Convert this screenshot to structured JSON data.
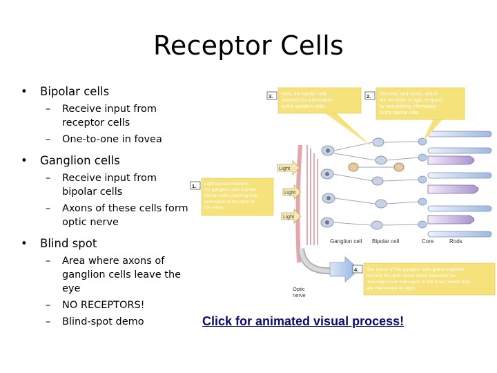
{
  "slide": {
    "title": "Receptor Cells",
    "bullets": [
      {
        "text": "Bipolar cells",
        "subs": [
          "Receive input from receptor cells",
          "One-to-one in fovea"
        ]
      },
      {
        "text": "Ganglion cells",
        "subs": [
          "Receive input from bipolar cells",
          "Axons of these cells form optic nerve"
        ]
      },
      {
        "text": "Blind spot",
        "subs": [
          "Area where axons of ganglion cells leave the eye",
          "NO RECEPTORS!",
          "Blind-spot demo"
        ]
      }
    ],
    "link_text": "Click for animated visual process!"
  },
  "figure": {
    "callouts": {
      "c1": {
        "num": "1.",
        "lines": [
          "Light passes between",
          "the ganglion cells and the",
          "bipolar cells, reaching rods",
          "and cones at the back of",
          "the retina."
        ]
      },
      "c2": {
        "num": "2.",
        "lines": [
          "The rods and cones, which",
          "are sensitive to light, respond",
          "by transmitting information",
          "to the bipolar cells."
        ]
      },
      "c3": {
        "num": "3.",
        "lines": [
          "Now, the bipolar cells",
          "transmit this information",
          "to the ganglion cells."
        ]
      },
      "c4": {
        "num": "4.",
        "lines": [
          "The axons of the ganglion cells gather together",
          "forming the optic nerve which transmits the",
          "messages from both eyes to the brain, where they",
          "are interpreted as sight."
        ]
      }
    },
    "light_labels": [
      "Light",
      "Light",
      "Light"
    ],
    "cell_labels": {
      "ganglion": "Ganglion cell",
      "bipolar": "Bipolar cell",
      "core": "Core",
      "rods": "Rods"
    },
    "optic_nerve": [
      "Optic",
      "nerve"
    ],
    "colors": {
      "callout_fill": "#f6e27a",
      "callout_text": "#ffffff",
      "arrow_blue": "#8fb0e0",
      "cell_blue": "#c8d3e6",
      "cell_tan": "#e7c9a0",
      "rod_blue": "#b7cbe8",
      "cone_purple": "#b9a3d6",
      "nerve_red": "#d9828a"
    }
  }
}
